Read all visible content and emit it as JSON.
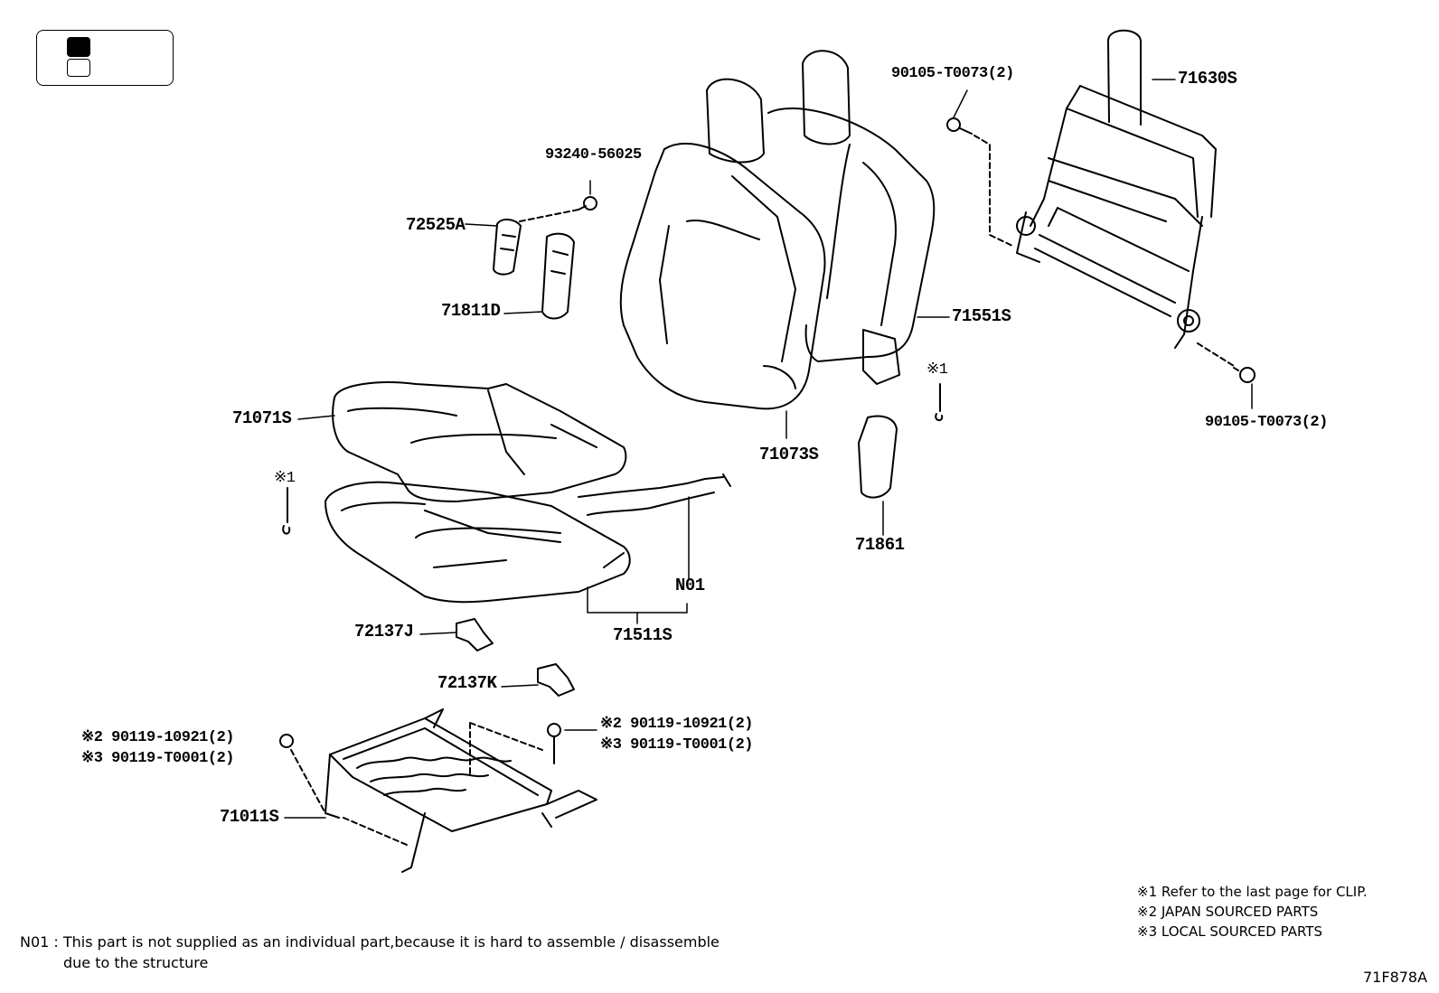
{
  "labels": {
    "p71630S": "71630S",
    "p90105_top": "90105-T0073(2)",
    "p93240": "93240-56025",
    "p72525A": "72525A",
    "p71811D": "71811D",
    "p71551S": "71551S",
    "note1_right": "※1",
    "p90105_bottom": "90105-T0073(2)",
    "p71071S": "71071S",
    "p71073S": "71073S",
    "note1_left": "※1",
    "p71861": "71861",
    "pN01": "N01",
    "p71511S": "71511S",
    "p72137J": "72137J",
    "p72137K": "72137K",
    "bolt_right_2": "※2 90119-10921(2)",
    "bolt_right_3": "※3 90119-T0001(2)",
    "bolt_left_2": "※2 90119-10921(2)",
    "bolt_left_3": "※3 90119-T0001(2)",
    "p71011S": "71011S"
  },
  "notes": {
    "n1": "※1  Refer to the last page for CLIP.",
    "n2": "※2  JAPAN SOURCED PARTS",
    "n3": "※3  LOCAL SOURCED PARTS"
  },
  "footnote": {
    "line1": "N01 : This part is not supplied as an individual part,because it is hard to assemble / disassemble",
    "line2": "due to the structure"
  },
  "diagram_code": "71F878A"
}
